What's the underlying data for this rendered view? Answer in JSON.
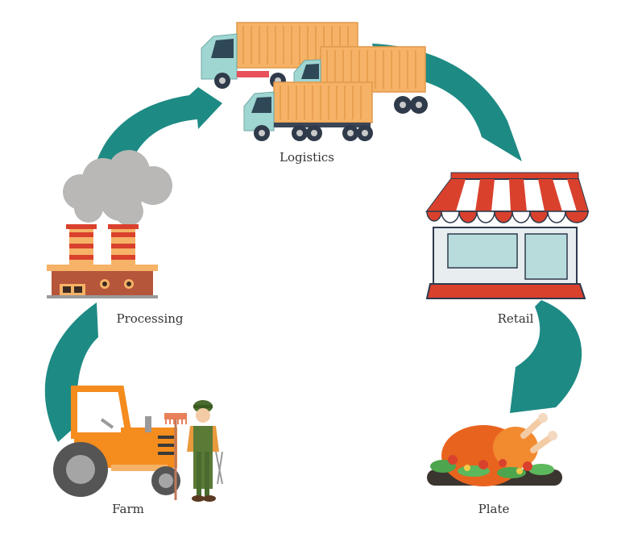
{
  "colors": {
    "arrow": "#1e8a84",
    "truck_container": "#f6b266",
    "truck_cab": "#9fd6d2",
    "shop_awning_red": "#d9412d",
    "tractor": "#f48c1e",
    "factory_brick": "#b5563b",
    "smoke": "#b9b8b7"
  },
  "stages": [
    {
      "key": "logistics",
      "label": "Logistics",
      "icon": "trucks-icon"
    },
    {
      "key": "retail",
      "label": "Retail",
      "icon": "storefront-icon"
    },
    {
      "key": "plate",
      "label": "Plate",
      "icon": "roast-chicken-icon"
    },
    {
      "key": "farm",
      "label": "Farm",
      "icon": "tractor-farmer-icon"
    },
    {
      "key": "processing",
      "label": "Processing",
      "icon": "factory-icon"
    }
  ]
}
